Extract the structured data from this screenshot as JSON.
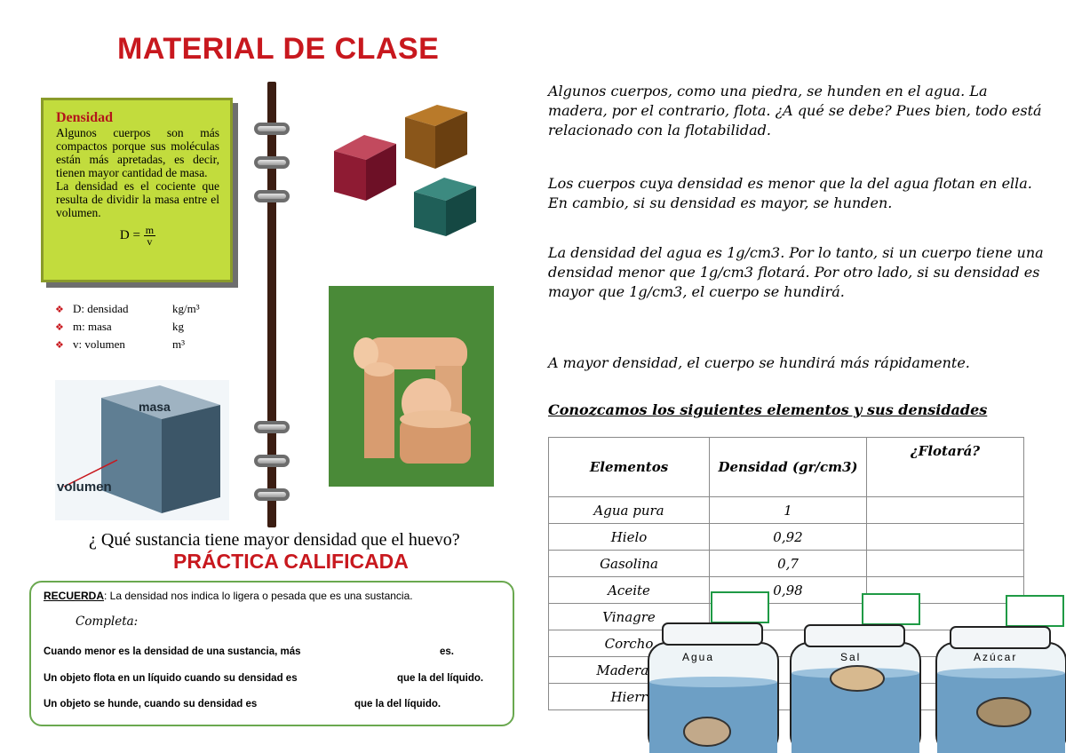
{
  "title": "MATERIAL DE CLASE",
  "density_box": {
    "heading": "Densidad",
    "text1": "Algunos cuerpos son más compactos porque sus moléculas están más apretadas, es decir, tienen mayor cantidad de masa.",
    "text2": "La densidad es el cociente que resulta de dividir la masa entre el volumen.",
    "formula_lhs": "D =",
    "formula_num": "m",
    "formula_den": "v"
  },
  "legend": [
    {
      "label": "D: densidad",
      "unit": "kg/m³"
    },
    {
      "label": "m: masa",
      "unit": "kg"
    },
    {
      "label": "v: volumen",
      "unit": "m³"
    }
  ],
  "cube_labels": {
    "masa": "masa",
    "volumen": "volumen"
  },
  "question": "¿ Qué sustancia tiene mayor densidad que el huevo?",
  "practica": "PRÁCTICA CALIFICADA",
  "recuerda": {
    "lead": "RECUERDA",
    "text": ": La densidad nos indica lo ligera o pesada que es una sustancia.",
    "completa": "Completa:",
    "lines": [
      {
        "a": "Cuando menor es la densidad de una sustancia, más",
        "b": "es."
      },
      {
        "a": "Un objeto flota en un líquido cuando su densidad es",
        "b": "que la del líquido."
      },
      {
        "a": "Un objeto se hunde, cuando su densidad es",
        "b": "que la del líquido."
      }
    ]
  },
  "paragraphs": [
    "Algunos cuerpos, como una piedra, se hunden en el agua. La madera, por el contrario, flota. ¿A qué se debe? Pues bien, todo está relacionado con la flotabilidad.",
    "Los cuerpos cuya densidad es menor que la del agua flotan en ella. En cambio, si su densidad es mayor, se hunden.",
    "La densidad del agua es 1g/cm3. Por lo tanto, si un cuerpo tiene una densidad menor que 1g/cm3 flotará. Por otro lado, si su densidad es mayor que 1g/cm3, el cuerpo se hundirá.",
    "A mayor densidad, el cuerpo se hundirá más rápidamente."
  ],
  "subtitle": "Conozcamos los siguientes elementos y sus densidades",
  "table": {
    "headers": [
      "Elementos",
      "Densidad (gr/cm3)",
      "¿Flotará?"
    ],
    "rows": [
      [
        "Agua pura",
        "1"
      ],
      [
        "Hielo",
        "0,92"
      ],
      [
        "Gasolina",
        "0,7"
      ],
      [
        "Aceite",
        "0,98"
      ],
      [
        "Vinagre",
        ""
      ],
      [
        "Corcho",
        ""
      ],
      [
        "Madera d",
        ""
      ],
      [
        "Hierr",
        ""
      ]
    ]
  },
  "jars": [
    {
      "label": "Agua"
    },
    {
      "label": "Sal"
    },
    {
      "label": "Azúcar"
    }
  ],
  "colors": {
    "title_red": "#c8181e",
    "box_green": "#c2dc3d",
    "border_green": "#6aa84f"
  }
}
